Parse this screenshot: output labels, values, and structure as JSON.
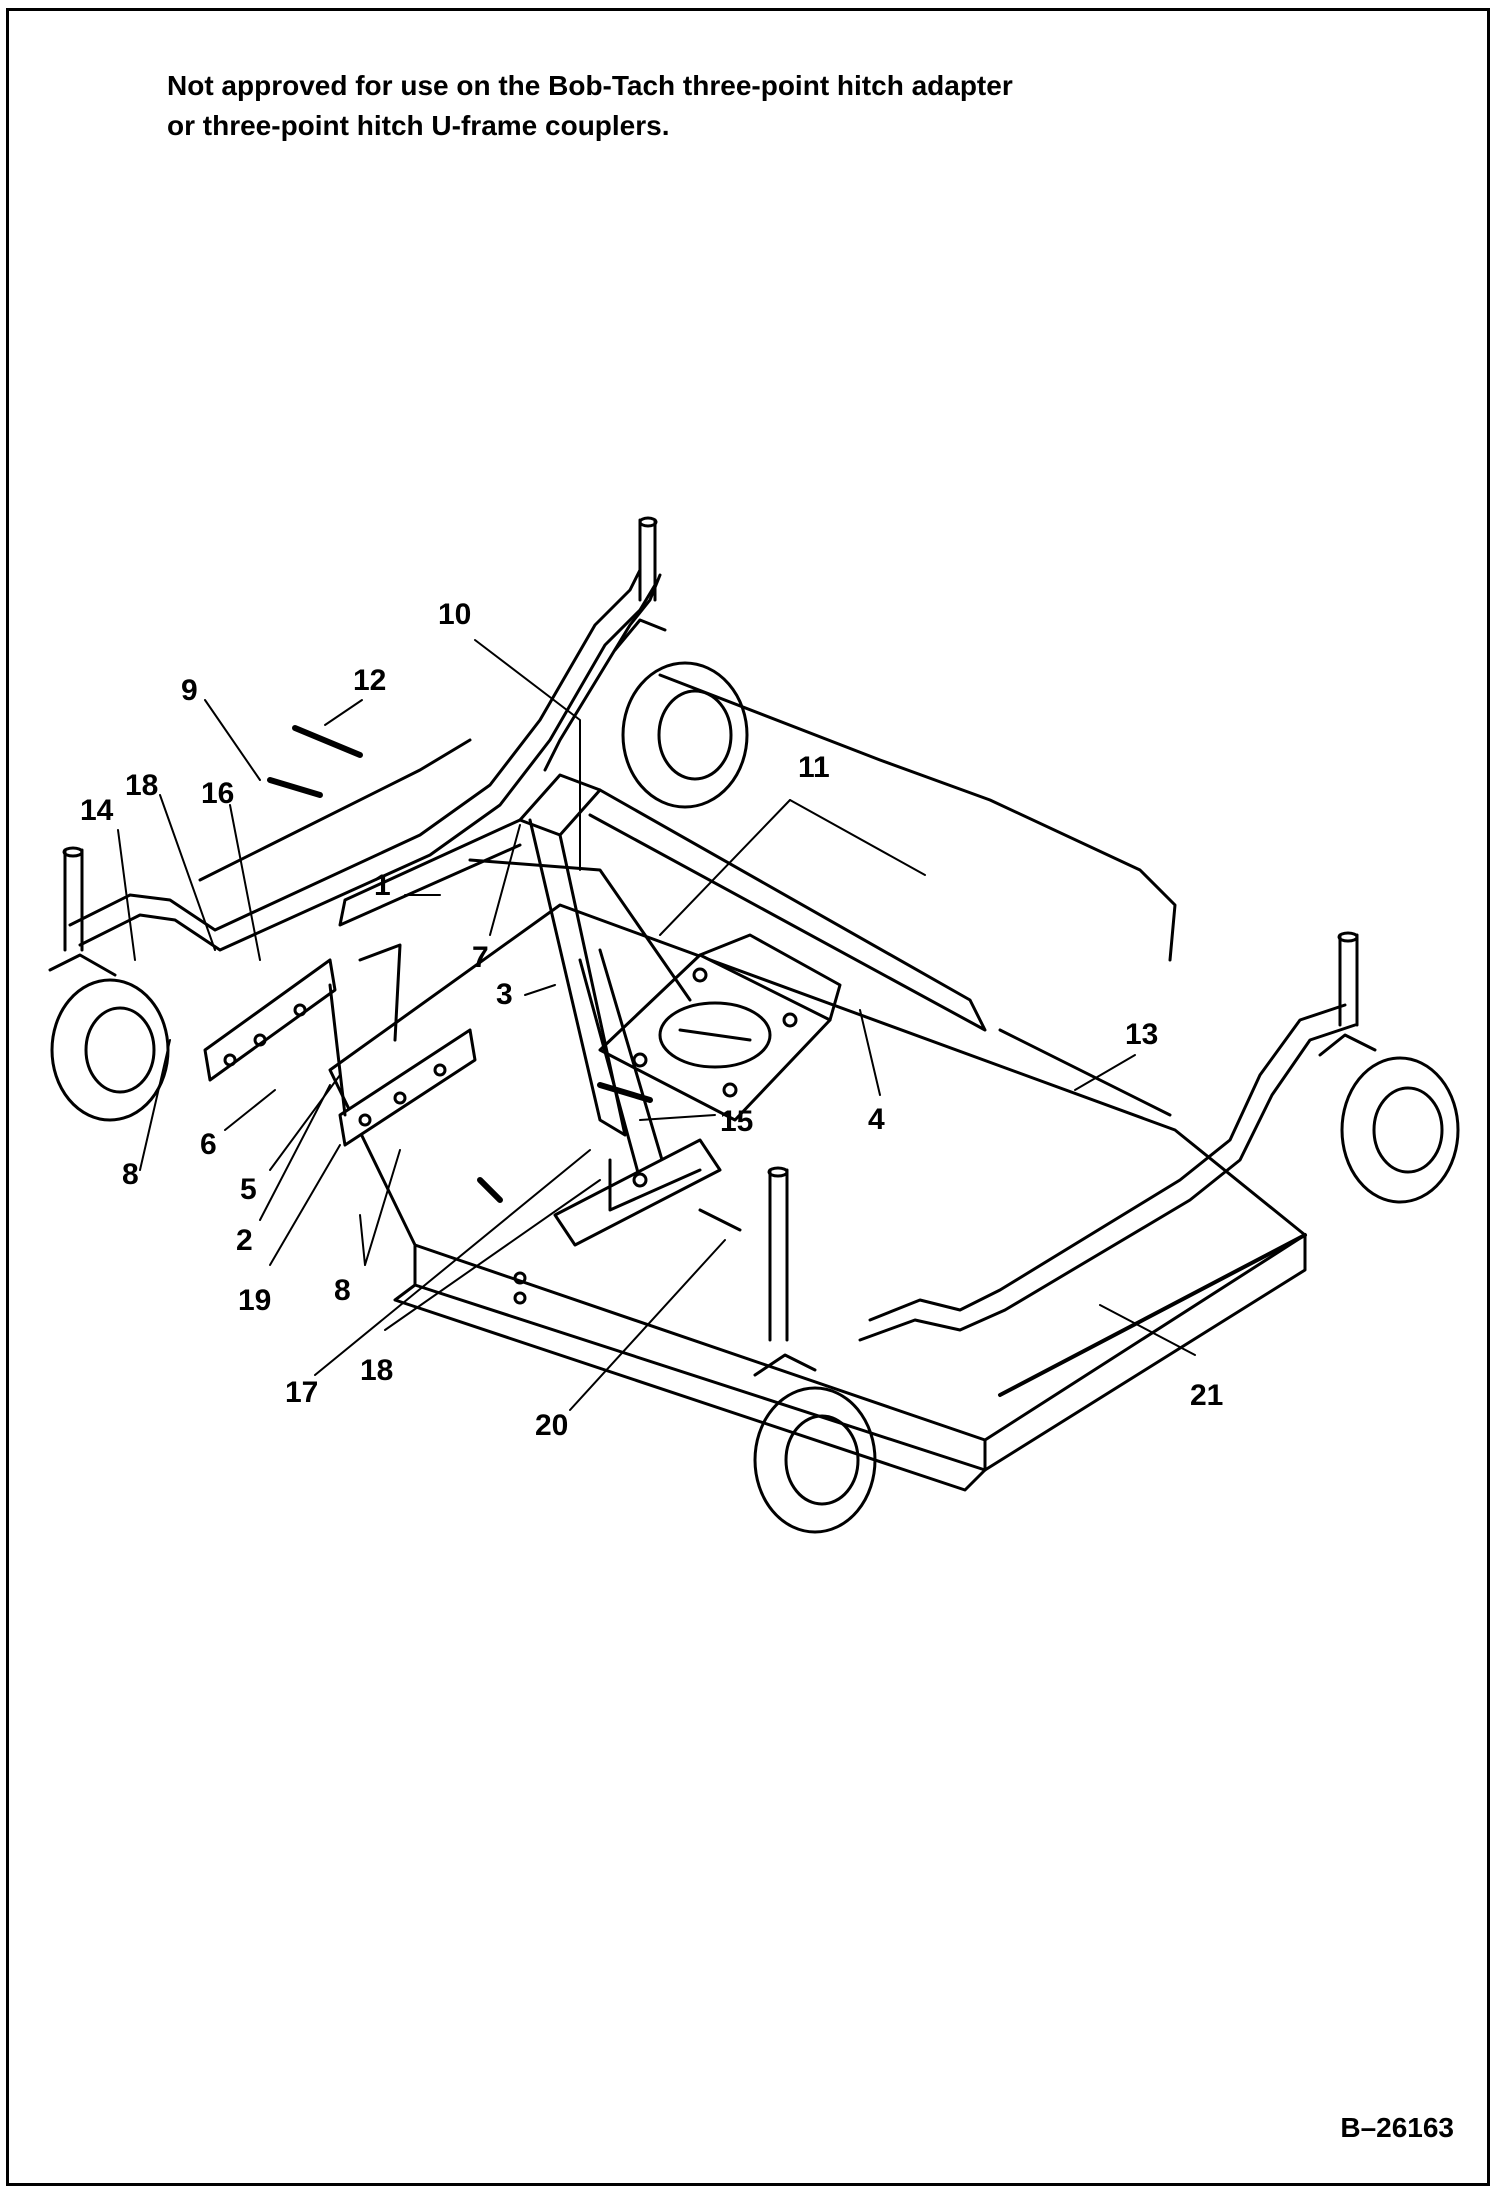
{
  "note": {
    "line1": "Not approved for use on the Bob-Tach three-point hitch adapter",
    "line2": "or three-point hitch U-frame couplers."
  },
  "figure_id": "B–26163",
  "callouts": {
    "c1": "1",
    "c2": "2",
    "c3": "3",
    "c4": "4",
    "c5": "5",
    "c6": "6",
    "c7": "7",
    "c8a": "8",
    "c8b": "8",
    "c9": "9",
    "c10": "10",
    "c11": "11",
    "c12": "12",
    "c13": "13",
    "c14": "14",
    "c15": "15",
    "c16": "16",
    "c17": "17",
    "c18a": "18",
    "c18b": "18",
    "c19": "19",
    "c20": "20",
    "c21": "21"
  }
}
